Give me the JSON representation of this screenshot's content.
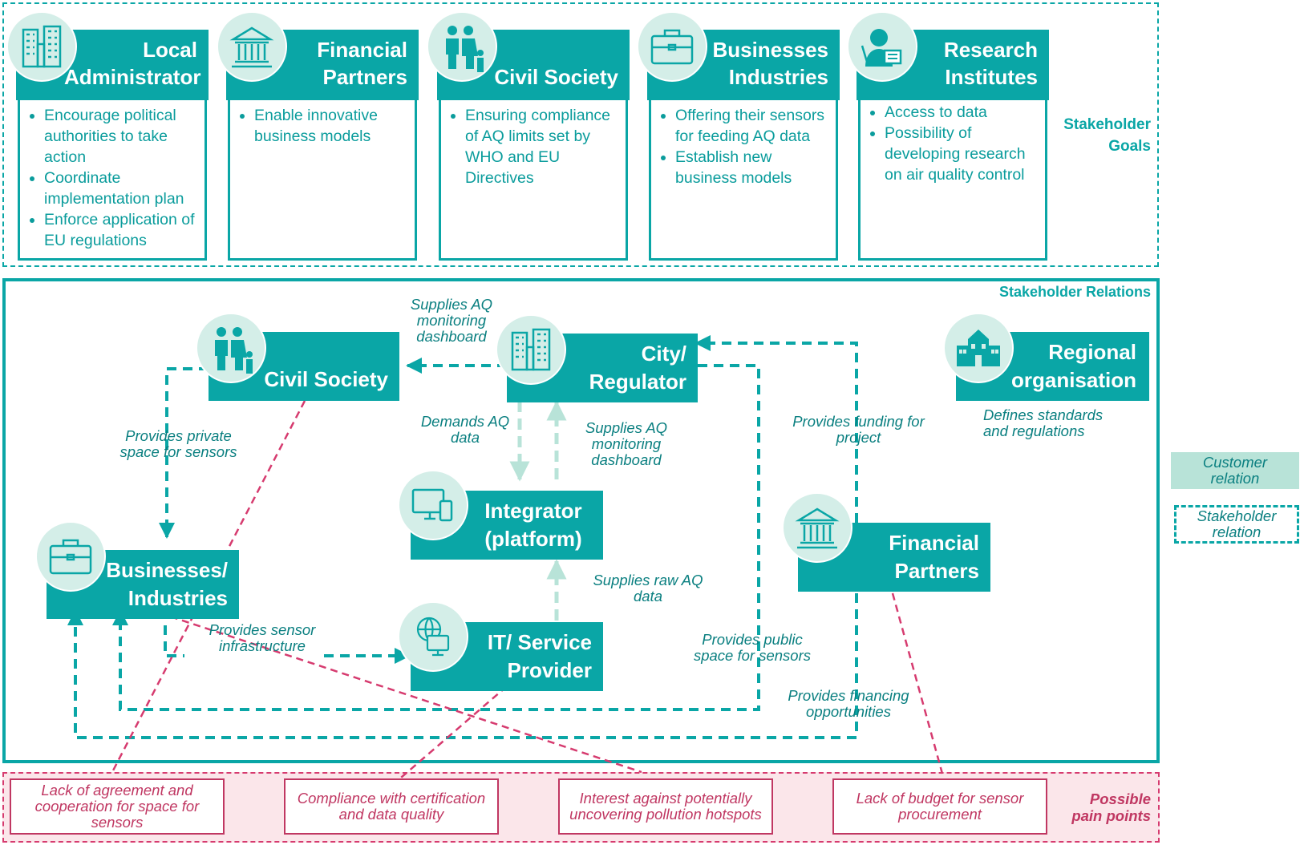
{
  "goals_section": {
    "label_line1": "Stakeholder",
    "label_line2": "Goals",
    "cards": [
      {
        "title_l1": "Local",
        "title_l2": "Administrator",
        "icon": "city-buildings-icon",
        "items": [
          "Encourage political authorities to take action",
          "Coordinate implementation plan",
          "Enforce application of EU regulations"
        ]
      },
      {
        "title_l1": "Financial",
        "title_l2": "Partners",
        "icon": "bank-icon",
        "items": [
          "Enable innovative business models"
        ]
      },
      {
        "title_l1": "",
        "title_l2": "Civil Society",
        "icon": "family-icon",
        "items": [
          "Ensuring compliance of AQ limits set by WHO and EU Directives"
        ]
      },
      {
        "title_l1": "Businesses",
        "title_l2": "Industries",
        "icon": "briefcase-icon",
        "items": [
          "Offering their sensors for feeding AQ data",
          "Establish new business models"
        ]
      },
      {
        "title_l1": "Research",
        "title_l2": "Institutes",
        "icon": "researcher-icon",
        "items": [
          "Access to data",
          "Possibility of developing research on air quality control"
        ]
      }
    ]
  },
  "relations_section": {
    "label": "Stakeholder Relations",
    "nodes": {
      "civil_society": {
        "l1": "Civil Society"
      },
      "city": {
        "l1": "City/",
        "l2": "Regulator"
      },
      "regional": {
        "l1": "Regional",
        "l2": "organisation"
      },
      "integrator": {
        "l1": "Integrator",
        "l2": "(platform)"
      },
      "businesses": {
        "l1": "Businesses/",
        "l2": "Industries"
      },
      "financial": {
        "l1": "Financial",
        "l2": "Partners"
      },
      "it_provider": {
        "l1": "IT/ Service",
        "l2": "Provider"
      }
    },
    "edge_labels": {
      "supplies_dashboard_top": "Supplies AQ monitoring dashboard",
      "demands_data": "Demands AQ data",
      "supplies_dashboard_mid": "Supplies AQ monitoring dashboard",
      "private_space": "Provides private space for sensors",
      "funding": "Provides funding for project",
      "standards": "Defines standards and regulations",
      "raw_data": "Supplies raw AQ data",
      "infrastructure": "Provides sensor infrastructure",
      "public_space": "Provides public space for sensors",
      "financing": "Provides financing opportunities"
    }
  },
  "legend": {
    "customer": "Customer relation",
    "stakeholder": "Stakeholder relation"
  },
  "pain_section": {
    "label_line1": "Possible",
    "label_line2": "pain points",
    "items": [
      "Lack of agreement and cooperation for space for sensors",
      "Compliance with certification and data quality",
      "Interest against potentially uncovering pollution hotspots",
      "Lack of budget for sensor procurement"
    ]
  },
  "colors": {
    "teal": "#0aa6a6",
    "light_teal": "#b8e3d8",
    "pink": "#d63b6f"
  }
}
